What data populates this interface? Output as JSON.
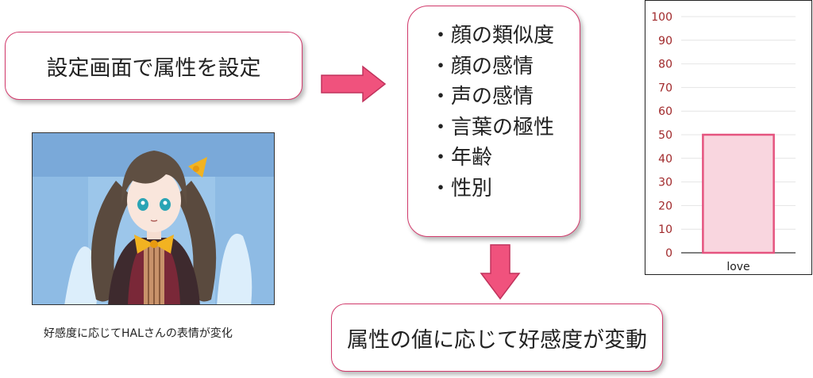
{
  "setting_box": {
    "text": "設定画面で属性を設定"
  },
  "attributes": {
    "bullet": "・",
    "items": [
      "顔の類似度",
      "顔の感情",
      "声の感情",
      "言葉の極性",
      "年齢",
      "性別"
    ]
  },
  "result_box": {
    "text": "属性の値に応じて好感度が変動"
  },
  "image_caption": "好感度に応じてHALさんの表情が変化",
  "colors": {
    "accent": "#d23a6c",
    "arrow_fill": "#f0527d",
    "bar_fill": "#f9d6df",
    "bar_stroke": "#e5547f",
    "tick_color": "#a0282a",
    "scene_bg": "#9cc6ea"
  },
  "chart_data": {
    "type": "bar",
    "categories": [
      "love"
    ],
    "values": [
      50
    ],
    "ylim": [
      0,
      100
    ],
    "yticks": [
      0,
      10,
      20,
      30,
      40,
      50,
      60,
      70,
      80,
      90,
      100
    ],
    "grid": true,
    "legend": "none"
  }
}
